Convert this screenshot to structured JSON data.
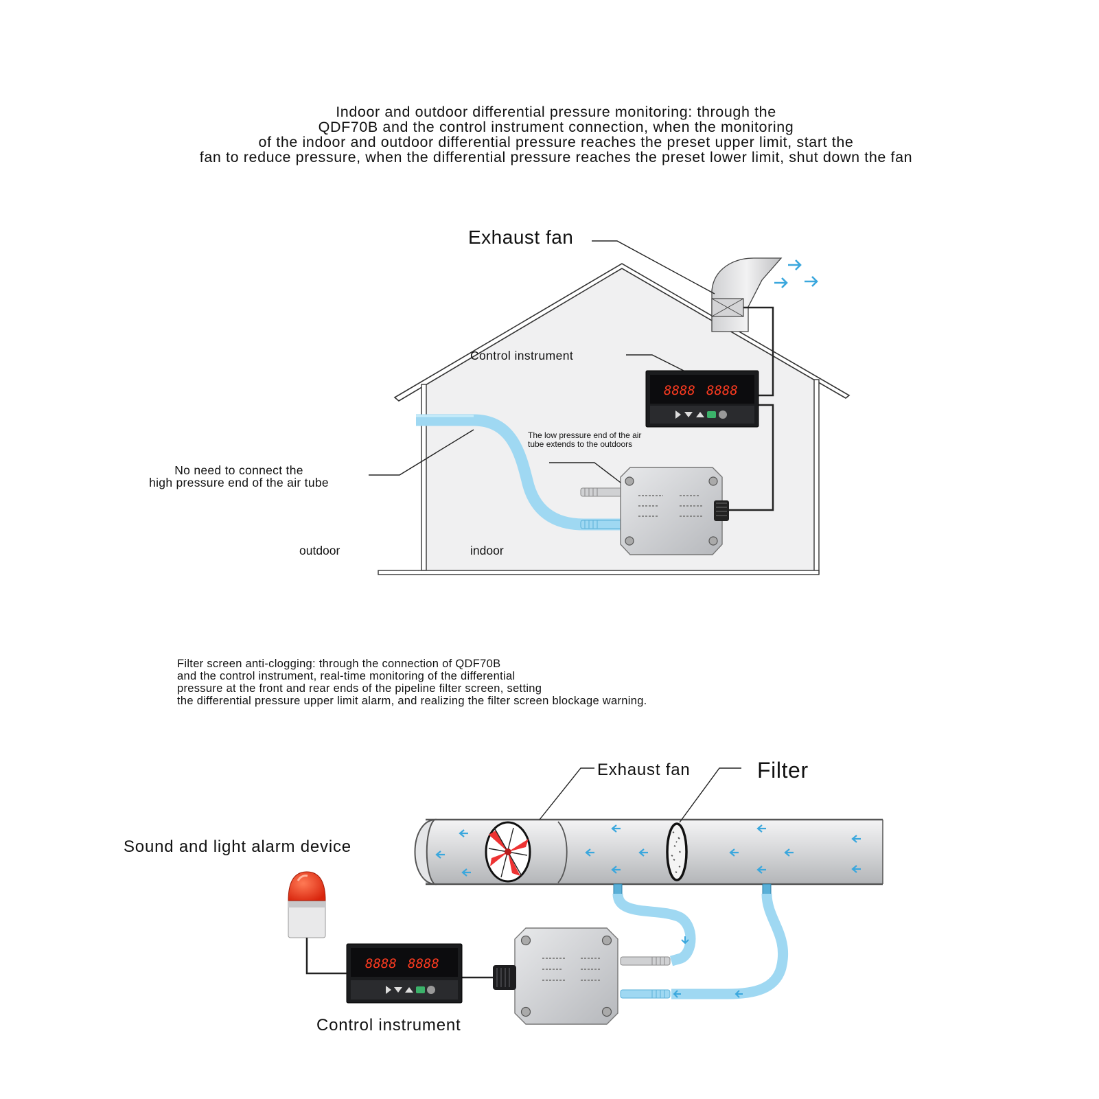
{
  "top_caption": {
    "lines": [
      "Indoor and outdoor differential pressure monitoring: through the",
      "QDF70B and the control instrument connection, when the monitoring",
      "of the indoor and outdoor differential pressure reaches the preset upper limit, start the",
      "fan to reduce pressure, when the differential pressure reaches the preset lower limit, shut down the fan"
    ]
  },
  "house_diagram": {
    "exhaust_fan_label": "Exhaust fan",
    "control_instrument_label": "Control instrument",
    "low_pressure_note": [
      "The low pressure end of the air",
      "tube extends to the outdoors"
    ],
    "high_pressure_note": [
      "No need to connect the",
      "high pressure end of the air tube"
    ],
    "outdoor_label": "outdoor",
    "indoor_label": "indoor",
    "display_readout": "8888"
  },
  "filter_caption": {
    "lines": [
      "Filter screen anti-clogging: through the connection of QDF70B",
      "and the control instrument, real-time monitoring of the differential",
      "pressure at the front and rear ends of the pipeline filter screen, setting",
      "the differential pressure upper limit alarm, and realizing the filter screen blockage warning."
    ]
  },
  "pipe_diagram": {
    "exhaust_fan_label": "Exhaust fan",
    "filter_label": "Filter",
    "alarm_label": "Sound and light alarm device",
    "control_instrument_label": "Control instrument",
    "display_readout": "8888"
  },
  "colors": {
    "air_tube": "#9fd8f2",
    "arrow": "#3aa7dd",
    "alarm_red": "#e52b12",
    "pipe_gray": "#c9cbce"
  }
}
